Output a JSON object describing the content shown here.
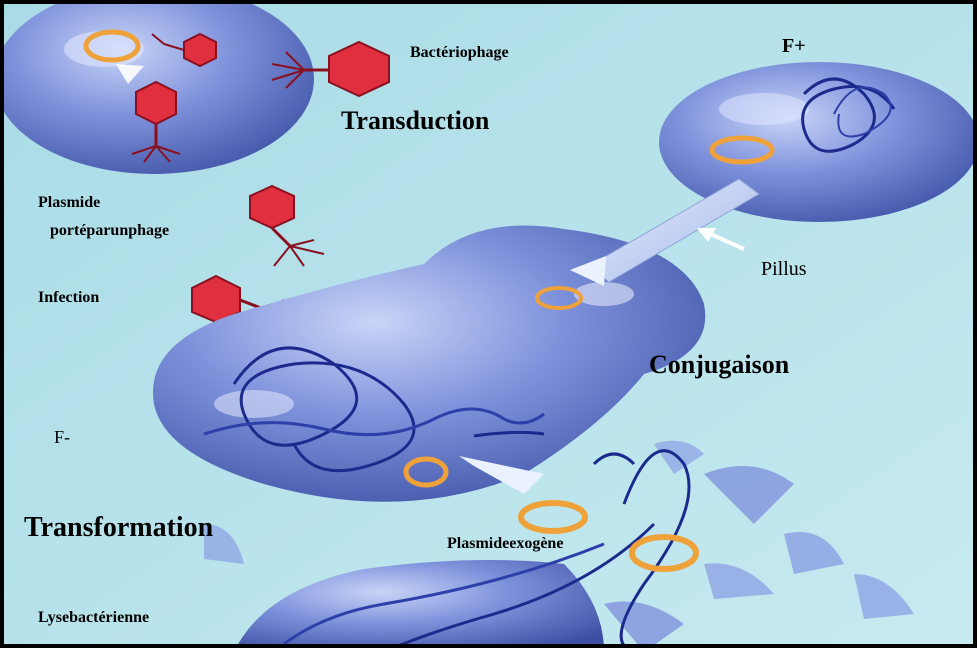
{
  "labels": {
    "bacteriophage": "Bactériophage",
    "f_plus": "F+",
    "transduction": "Transduction",
    "plasmide": "Plasmide",
    "porte_par_un_phage": "portéparunphage",
    "infection": "Infection",
    "pillus": "Pillus",
    "conjugaison": "Conjugaison",
    "f_minus": "F-",
    "transformation": "Transformation",
    "plasmide_exogene": "Plasmideexogène",
    "lyse_bacterienne": "Lysebactérienne"
  },
  "colors": {
    "background": "#b7e3ec",
    "bacterium": "#6f86d6",
    "bacterium_highlight": "#c9d4f7",
    "bacterium_shadow": "#3c4fa3",
    "plasmid": "#f0a23a",
    "phage": "#e0303f",
    "dna": "#1b2a8c",
    "arrow": "#ffffff",
    "border": "#000000"
  }
}
